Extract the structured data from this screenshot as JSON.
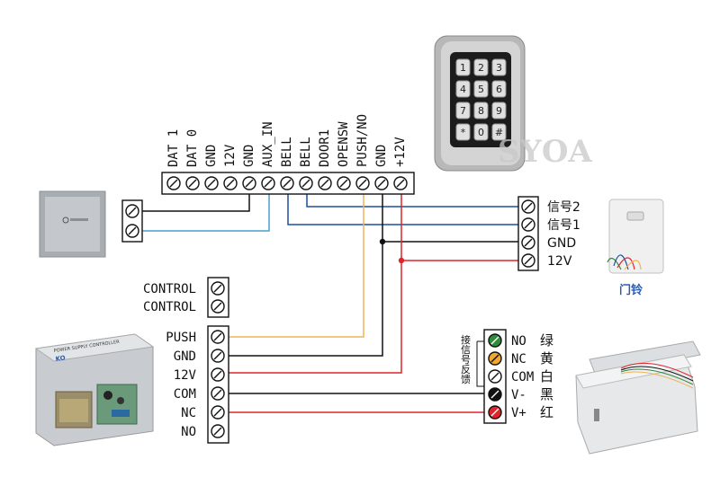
{
  "top_terminal": {
    "labels": [
      "DAT 1",
      "DAT 0",
      "GND",
      "12V",
      "GND",
      "AUX_IN",
      "BELL",
      "BELL",
      "DOOR1",
      "OPENSW",
      "PUSH/NO",
      "GND",
      "+12V"
    ]
  },
  "doorbell_terminal": {
    "labels": [
      "信号2",
      "信号1",
      "GND",
      "12V"
    ],
    "caption": "门铃"
  },
  "control_terminal": {
    "labels": [
      "CONTROL",
      "CONTROL"
    ]
  },
  "power_terminal": {
    "labels": [
      "PUSH",
      "GND",
      "12V",
      "COM",
      "NC",
      "NO"
    ]
  },
  "lock_terminal": {
    "labels": [
      "NO",
      "NC",
      "COM",
      "V-",
      "V+"
    ],
    "color_labels": [
      "绿",
      "黄",
      "白",
      "黑",
      "红"
    ],
    "feedback_label": [
      "接",
      "信",
      "号",
      "反",
      "馈"
    ]
  },
  "keypad": {
    "keys": [
      "1",
      "2",
      "3",
      "4",
      "5",
      "6",
      "7",
      "8",
      "9",
      "*",
      "0",
      "#"
    ]
  },
  "watermark": "SYOA",
  "psu_label": "POWER SUPPLY CONTROLLER",
  "psu_brand": "KO",
  "colors": {
    "wire_black": "#111111",
    "wire_blue": "#1f4fa0",
    "wire_red": "#e0242a",
    "wire_orange": "#f0b25a",
    "wire_teal": "#4a9fd0",
    "led_green": "#2e8b3a",
    "led_yellow": "#f0a830",
    "led_red": "#e0242a",
    "doorbell_caption": "#2a5db0"
  }
}
